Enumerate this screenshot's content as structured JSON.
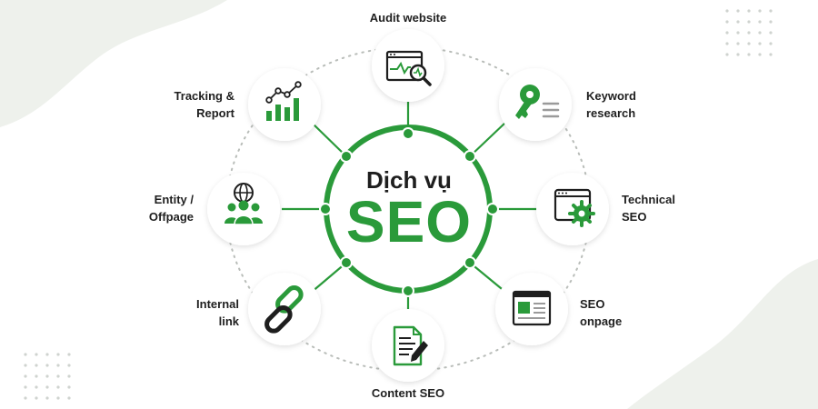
{
  "center": {
    "title": "Dịch vụ",
    "main": "SEO"
  },
  "services": [
    {
      "id": "audit",
      "label_lines": [
        "Audit website"
      ],
      "icon": "audit-search-icon"
    },
    {
      "id": "keyword",
      "label_lines": [
        "Keyword",
        "research"
      ],
      "icon": "key-icon"
    },
    {
      "id": "technical",
      "label_lines": [
        "Technical",
        "SEO"
      ],
      "icon": "browser-gear-icon"
    },
    {
      "id": "onpage",
      "label_lines": [
        "SEO",
        "onpage"
      ],
      "icon": "webpage-layout-icon"
    },
    {
      "id": "content",
      "label_lines": [
        "Content SEO"
      ],
      "icon": "document-pen-icon"
    },
    {
      "id": "internal",
      "label_lines": [
        "Internal",
        "link"
      ],
      "icon": "chain-link-icon"
    },
    {
      "id": "entity",
      "label_lines": [
        "Entity /",
        "Offpage"
      ],
      "icon": "globe-people-icon"
    },
    {
      "id": "tracking",
      "label_lines": [
        "Tracking &",
        "Report"
      ],
      "icon": "bar-chart-icon"
    }
  ],
  "colors": {
    "accent": "#2a9a3a",
    "dark": "#1e1e1e",
    "node_bg": "#ffffff",
    "background": "#ffffff",
    "blob": "#eef1ec"
  }
}
